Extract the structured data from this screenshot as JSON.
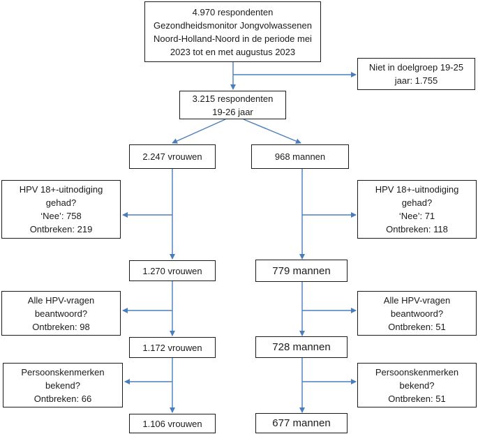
{
  "colors": {
    "arrow": "#4a7ebb",
    "border": "#1a1a1a",
    "text": "#1a1a1a"
  },
  "top": {
    "lines": [
      "4.970 respondenten",
      "Gezondheidsmonitor Jongvolwassenen",
      "Noord-Holland-Noord in de periode mei",
      "2023 tot en met augustus 2023"
    ]
  },
  "excluded_age": {
    "lines": [
      "Niet in doelgroep 19-25",
      "jaar: 1.755"
    ]
  },
  "age_group": {
    "lines": [
      "3.215 respondenten",
      "19-26 jaar"
    ]
  },
  "women": {
    "start": "2.247 vrouwen",
    "invite_missing": {
      "lines": [
        "HPV 18+-uitnodiging",
        "gehad?",
        "‘Nee’: 758",
        "Ontbreken: 219"
      ]
    },
    "after_invite": "1.270 vrouwen",
    "questions_missing": {
      "lines": [
        "Alle HPV-vragen",
        "beantwoord?",
        "Ontbreken: 98"
      ]
    },
    "after_questions": "1.172 vrouwen",
    "personal_missing": {
      "lines": [
        "Persoonskenmerken",
        "bekend?",
        "Ontbreken: 66"
      ]
    },
    "final": "1.106 vrouwen"
  },
  "men": {
    "start": "968 mannen",
    "invite_missing": {
      "lines": [
        "HPV 18+-uitnodiging",
        "gehad?",
        "‘Nee’: 71",
        "Ontbreken: 118"
      ]
    },
    "after_invite": "779 mannen",
    "questions_missing": {
      "lines": [
        "Alle HPV-vragen",
        "beantwoord?",
        "Ontbreken: 51"
      ]
    },
    "after_questions": "728 mannen",
    "personal_missing": {
      "lines": [
        "Persoonskenmerken",
        "bekend?",
        "Ontbreken: 51"
      ]
    },
    "final": "677 mannen"
  }
}
